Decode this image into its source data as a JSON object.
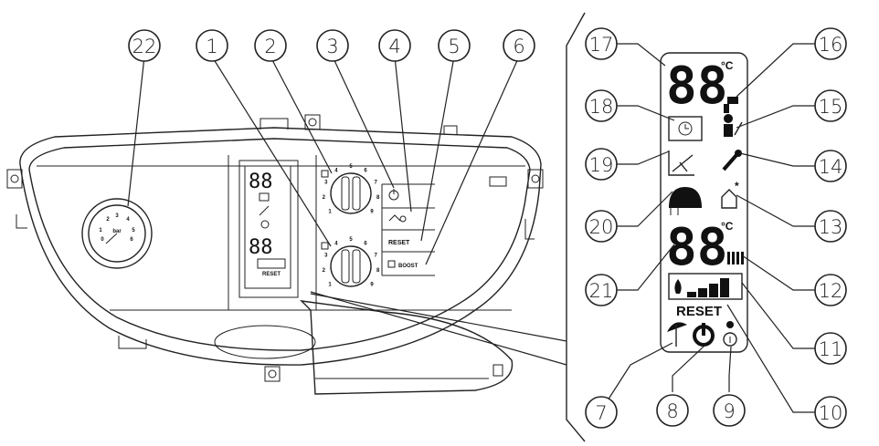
{
  "callouts": [
    {
      "n": "22"
    },
    {
      "n": "1"
    },
    {
      "n": "2"
    },
    {
      "n": "3"
    },
    {
      "n": "4"
    },
    {
      "n": "5"
    },
    {
      "n": "6"
    },
    {
      "n": "17"
    },
    {
      "n": "18"
    },
    {
      "n": "19"
    },
    {
      "n": "20"
    },
    {
      "n": "21"
    },
    {
      "n": "16"
    },
    {
      "n": "15"
    },
    {
      "n": "14"
    },
    {
      "n": "13"
    },
    {
      "n": "12"
    },
    {
      "n": "11"
    },
    {
      "n": "10"
    },
    {
      "n": "7"
    },
    {
      "n": "8"
    },
    {
      "n": "9"
    }
  ],
  "display": {
    "top_digits": "88",
    "top_unit": "°C",
    "bottom_digits": "88",
    "bottom_unit": "°C",
    "reset_label": "RESET"
  },
  "panel": {
    "reset_button": "RESET",
    "boost_button": "BOOST",
    "gauge_unit": "bar",
    "gauge_ticks": [
      "0",
      "1",
      "2",
      "3",
      "4",
      "5",
      "6"
    ],
    "small_top_digits": "88",
    "small_bottom_digits": "88",
    "small_reset": "RESET",
    "knob_ticks": [
      "1",
      "2",
      "3",
      "4",
      "5",
      "6",
      "7",
      "8",
      "9"
    ]
  }
}
